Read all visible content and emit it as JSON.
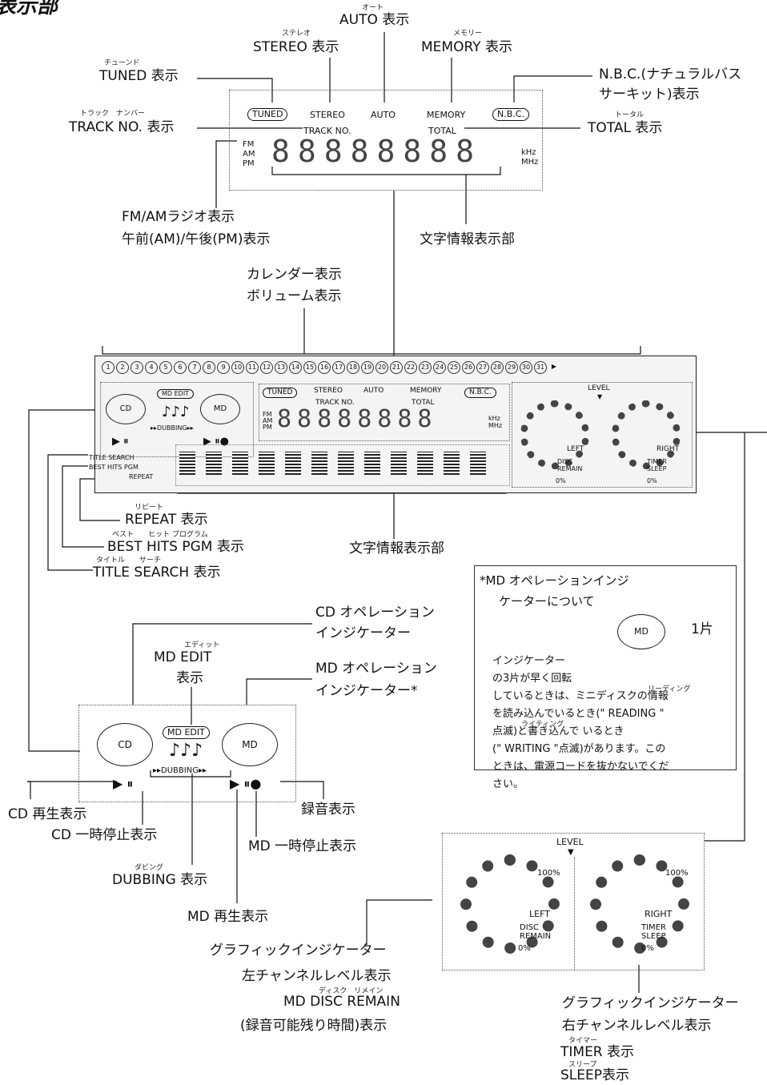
{
  "title": "表示部",
  "top_display": {
    "indicators": [
      "TUNED",
      "STEREO",
      "AUTO",
      "MEMORY",
      "N.B.C."
    ],
    "track_no": "TRACK NO.",
    "total": "TOTAL",
    "band": [
      "FM",
      "AM",
      "PM"
    ],
    "digits": "88888888",
    "units": [
      "kHz",
      "MHz"
    ]
  },
  "top_labels": {
    "auto_ruby": "オート",
    "auto": "AUTO 表示",
    "stereo_ruby": "ステレオ",
    "stereo": "STEREO 表示",
    "memory_ruby": "メモリー",
    "memory": "MEMORY 表示",
    "tuned_ruby": "チューンド",
    "tuned": "TUNED 表示",
    "nbc_1": "N.B.C.(ナチュラルバス",
    "nbc_2": "サーキット)表示",
    "track_ruby": "トラック　ナンバー",
    "track": "TRACK NO. 表示",
    "total_ruby": "トータル",
    "total": "TOTAL 表示",
    "radio_1": "FM/AMラジオ表示",
    "radio_2": "午前(AM)/午後(PM)表示",
    "text_area": "文字情報表示部",
    "calendar_1": "カレンダー表示",
    "calendar_2": "ボリューム表示"
  },
  "full_display": {
    "calendar": [
      "1",
      "2",
      "3",
      "4",
      "5",
      "6",
      "7",
      "8",
      "9",
      "10",
      "11",
      "12",
      "13",
      "14",
      "15",
      "16",
      "17",
      "18",
      "19",
      "20",
      "21",
      "22",
      "23",
      "24",
      "25",
      "26",
      "27",
      "28",
      "29",
      "30",
      "31"
    ],
    "md_edit": "MD EDIT",
    "cd": "CD",
    "md": "MD",
    "dubbing": "▸▸DUBBING▸▸",
    "title_search": "TITLE SEARCH",
    "best_hits_pgm": "BEST HITS PGM",
    "repeat": "REPEAT",
    "level": "LEVEL",
    "left": "LEFT",
    "right": "RIGHT",
    "disc_remain": "DISC REMAIN",
    "timer_sleep": "TIMER SLEEP",
    "hundred": "100%",
    "zero": "0%"
  },
  "middle_labels": {
    "repeat_ruby": "リピート",
    "repeat": "REPEAT 表示",
    "best_ruby": "ベスト　　ヒット プログラム",
    "best": "BEST HITS PGM 表示",
    "title_ruby": "タイトル　　サーチ",
    "title": "TITLE SEARCH 表示",
    "text_area": "文字情報表示部"
  },
  "lower_labels": {
    "cd_op_1": "CD オペレーション",
    "cd_op_2": "インジケーター",
    "edit_ruby": "エディット",
    "md_edit_1": "MD EDIT",
    "md_edit_2": "表示",
    "md_op_1": "MD オペレーション",
    "md_op_2": "インジケーター*",
    "cd_play": "CD 再生表示",
    "cd_pause": "CD 一時停止表示",
    "rec": "録音表示",
    "md_pause": "MD 一時停止表示",
    "dub_ruby": "ダビング",
    "dubbing": "DUBBING 表示",
    "md_play": "MD 再生表示",
    "graph_left_1": "グラフィックインジケーター",
    "graph_left_2": "左チャンネルレベル表示",
    "disc_ruby": "ディスク　リメイン",
    "graph_left_3": "MD DISC REMAIN",
    "graph_left_4": "(録音可能残り時間)表示",
    "graph_right_1": "グラフィックインジケーター",
    "graph_right_2": "右チャンネルレベル表示",
    "timer_ruby": "タイマー",
    "graph_right_3": "TIMER 表示",
    "sleep_ruby": "スリープ",
    "graph_right_4": "SLEEP表示"
  },
  "note": {
    "title_1": "*MD オペレーションインジ",
    "title_2": "ケーターについて",
    "piece": "1片",
    "lines": [
      "インジケーター",
      "の3片が早く回転",
      "しているときは、ミニディスクの情報",
      "を読み込んでいるとき(\" READING \"",
      "点滅)と書き込んで いるとき",
      "(\" WRITING \"点滅)があります。この",
      "ときは、電源コードを抜かないでくだ",
      "さい。"
    ],
    "reading_ruby": "リーディング",
    "writing_ruby": "ライティング"
  }
}
